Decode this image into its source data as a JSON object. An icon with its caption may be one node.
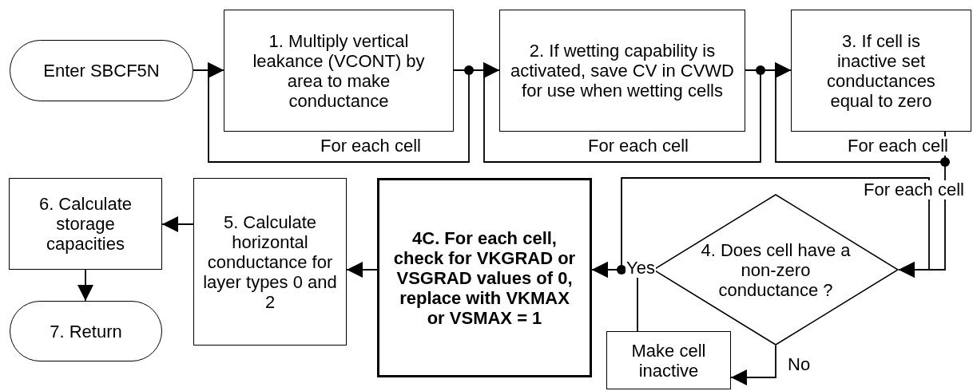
{
  "diagram": {
    "nodes": [
      {
        "text": [
          "Enter SBCF5N"
        ]
      },
      {
        "text": [
          "1. Multiply vertical leakance (VCONT) by area to make conductance"
        ]
      },
      {
        "text": [
          "2. If wetting capability is activated, save CV in CVWD for use when wetting cells"
        ]
      },
      {
        "text": [
          "3. If cell is inactive set conductances equal to zero"
        ]
      },
      {
        "text": [
          "6. Calculate storage capacities"
        ]
      },
      {
        "text": [
          "5. Calculate horizontal conductance for layer types 0 and 2"
        ]
      },
      {
        "text": [
          "4C. For each cell, check for VKGRAD or VSGRAD values of 0, replace with VKMAX or VSMAX = 1"
        ]
      },
      {
        "text": [
          "4. Does cell have a non-zero conductance ?"
        ]
      },
      {
        "text": [
          "Make cell inactive"
        ]
      },
      {
        "text": [
          "7. Return"
        ]
      }
    ],
    "edges": [
      {
        "from": 0,
        "to": 1,
        "arrow": "to"
      },
      {
        "from": 1,
        "to": 1,
        "arrow": "to",
        "label": "For each cell"
      },
      {
        "from": 1,
        "to": 2,
        "arrow": "to"
      },
      {
        "from": 2,
        "to": 2,
        "arrow": "to",
        "label": "For each cell"
      },
      {
        "from": 2,
        "to": 3,
        "arrow": "to"
      },
      {
        "from": 3,
        "to": 3,
        "arrow": "to",
        "label": "For each cell"
      },
      {
        "from": 3,
        "to": 7,
        "arrow": "to"
      },
      {
        "from": 7,
        "to": 7,
        "arrow": "to",
        "label": "For each cell"
      },
      {
        "from": 7,
        "to": 6,
        "arrow": "to",
        "label": "Yes"
      },
      {
        "from": 7,
        "to": 8,
        "arrow": "to",
        "label": "No"
      },
      {
        "from": 8,
        "to": 6,
        "arrow": "to"
      },
      {
        "from": 6,
        "to": 5,
        "arrow": "to"
      },
      {
        "from": 5,
        "to": 4,
        "arrow": "to"
      },
      {
        "from": 4,
        "to": 9,
        "arrow": "to"
      }
    ]
  }
}
